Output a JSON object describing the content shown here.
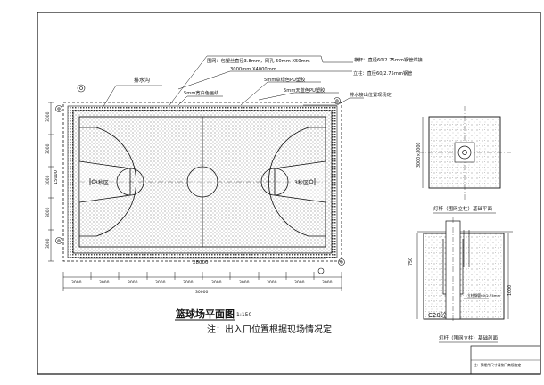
{
  "drawing": {
    "title": "篮球场平面图",
    "scale": "1:150",
    "note": "注：出入口位置根据现场情况定",
    "title_block_text": "注：预埋件尺寸请按厂商规格定",
    "annotations": {
      "fence_mesh": "围网：包塑丝直径3.8mm，网孔 50mm X50mm",
      "mesh_panel": "3000mm X4000mm",
      "crossbar": "横杆：直径60/2.75mm钢管焊接",
      "post": "立柱：直径60/2.75mm钢管",
      "drainage_ditch": "排水沟",
      "drain_outlet": "排水接出位置现场定",
      "white_line": "5mm宽白色画线",
      "green_pu": "5mm草绿色PU塑胶",
      "blue_pu": "5mm天蓝色PU塑胶"
    },
    "court": {
      "key_left_label": "3秒区",
      "key_right_label": "3秒区",
      "length_dim": "28000",
      "width_dim": "15000"
    },
    "bottom_dims": [
      "3000",
      "3000",
      "3000",
      "3000",
      "3000",
      "3000",
      "3000",
      "3000",
      "3000",
      "3000"
    ],
    "total_dim": "30000",
    "left_dims": [
      "3000",
      "3000",
      "3000",
      "3000",
      "3000"
    ],
    "right_detail": {
      "plan_dim": "3000×3000",
      "plan_caption": "灯杆（围网立柱）基础平面",
      "depth_dim": "1000",
      "height_dim": "750",
      "concrete": "C20砼",
      "pipe_note": "立柱钢管60/2.75mm",
      "section_caption": "灯杆（围网立柱）基础剖面"
    }
  }
}
